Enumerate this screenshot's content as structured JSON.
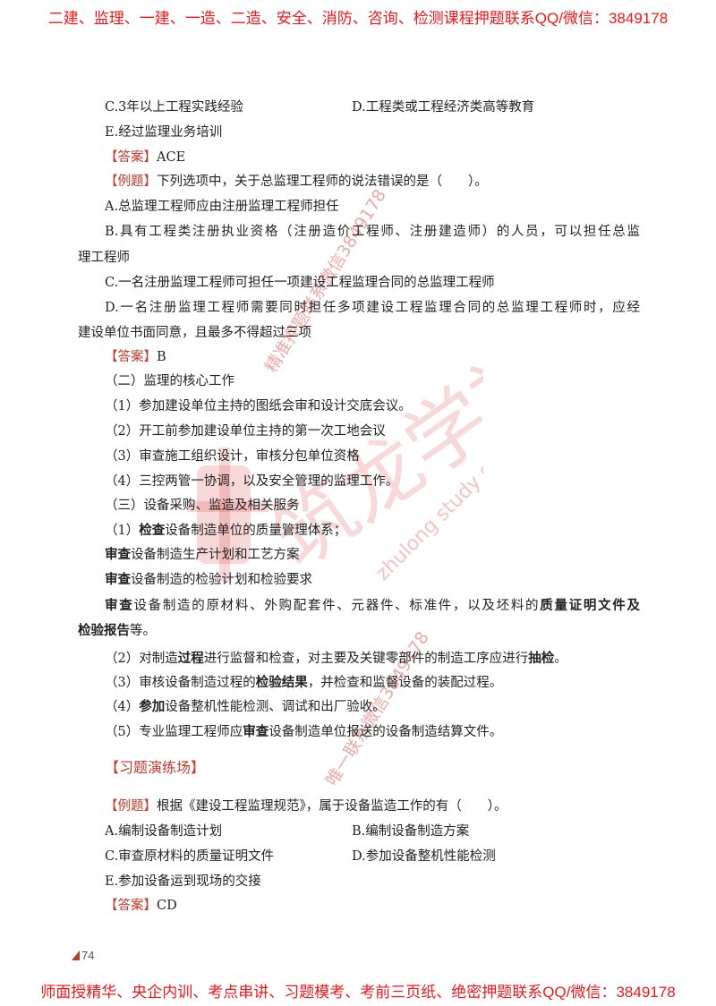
{
  "header_banner": "二建、监理、一建、一造、二造、安全、消防、咨询、检测课程押题联系QQ/微信：3849178",
  "footer_banner": "师面授精华、央企内训、考点串讲、习题模考、考前三页纸、绝密押题联系QQ/微信：3849178",
  "page_number": "74",
  "watermarks": {
    "upper": "精准押题联系微信3849178",
    "lower": "唯一联系微信3849178",
    "logo_text": "筑龙学社",
    "logo_subtext": "zhulong study group"
  },
  "colors": {
    "banner": "#f2161b",
    "tag": "#c0392b",
    "watermark": "#dc3c3c"
  },
  "lines": [
    {
      "options": [
        "C.3年以上工程实践经验",
        "D.工程类或工程经济类高等教育"
      ]
    },
    {
      "segments": [
        {
          "t": "E.经过监理业务培训"
        }
      ]
    },
    {
      "segments": [
        {
          "t": "【答案】",
          "tag": true
        },
        {
          "t": "ACE"
        }
      ]
    },
    {
      "segments": [
        {
          "t": "【例题】",
          "tag": true
        },
        {
          "t": "下列选项中，关于总监理工程师的说法错误的是（　　）。"
        }
      ]
    },
    {
      "segments": [
        {
          "t": "A.总监理工程师应由注册监理工程师担任"
        }
      ]
    },
    {
      "segments": [
        {
          "t": "B.具有工程类注册执业资格（注册造价工程师、注册建造师）的人员，可以担任总监"
        }
      ]
    },
    {
      "segments": [
        {
          "t": "理工程师"
        }
      ]
    },
    {
      "segments": [
        {
          "t": "C.一名注册监理工程师可担任一项建设工程监理合同的总监理工程师"
        }
      ]
    },
    {
      "segments": [
        {
          "t": "D.一名注册监理工程师需要同时担任多项建设工程监理合同的总监理工程师时，应经"
        }
      ]
    },
    {
      "segments": [
        {
          "t": "建设单位书面同意，且最多不得超过三项"
        }
      ]
    },
    {
      "segments": [
        {
          "t": "【答案】",
          "tag": true
        },
        {
          "t": "B"
        }
      ]
    },
    {
      "segments": [
        {
          "t": "（二）监理的核心工作"
        }
      ]
    },
    {
      "segments": [
        {
          "t": "（1）参加建设单位主持的图纸会审和设计交底会议。"
        }
      ]
    },
    {
      "segments": [
        {
          "t": "（2）开工前参加建设单位主持的第一次工地会议"
        }
      ]
    },
    {
      "segments": [
        {
          "t": "（3）审查施工组织设计，审核分包单位资格"
        }
      ]
    },
    {
      "segments": [
        {
          "t": "（4）三控两管一协调，以及安全管理的监理工作。"
        }
      ]
    },
    {
      "segments": [
        {
          "t": "（三）设备采购、监造及相关服务"
        }
      ]
    },
    {
      "segments": [
        {
          "t": "（1）"
        },
        {
          "t": "检查",
          "bold": true
        },
        {
          "t": "设备制造单位的质量管理体系；"
        }
      ]
    },
    {
      "segments": [
        {
          "t": "审查",
          "bold": true
        },
        {
          "t": "设备制造生产计划和工艺方案"
        }
      ]
    },
    {
      "segments": [
        {
          "t": "审查",
          "bold": true
        },
        {
          "t": "设备制造的检验计划和检验要求"
        }
      ]
    },
    {
      "segments": [
        {
          "t": "审查",
          "bold": true
        },
        {
          "t": "设备制造的原材料、外购配套件、元器件、标准件，以及坯料的"
        },
        {
          "t": "质量证明文件及",
          "bold": true
        }
      ]
    },
    {
      "segments": [
        {
          "t": "检验报告",
          "bold": true
        },
        {
          "t": "等。"
        }
      ]
    },
    {
      "segments": [
        {
          "t": "（2）对制造"
        },
        {
          "t": "过程",
          "bold": true
        },
        {
          "t": "进行监督和检查，对主要及关键零部件的制造工序应进行"
        },
        {
          "t": "抽检",
          "bold": true
        },
        {
          "t": "。"
        }
      ]
    },
    {
      "segments": [
        {
          "t": "（3）审核设备制造过程的"
        },
        {
          "t": "检验结果",
          "bold": true
        },
        {
          "t": "，并检查和监督设备的装配过程。"
        }
      ]
    },
    {
      "segments": [
        {
          "t": "（4）"
        },
        {
          "t": "参加",
          "bold": true
        },
        {
          "t": "设备整机性能检测、调试和出厂验收。"
        }
      ]
    },
    {
      "segments": [
        {
          "t": "（5）专业监理工程师应"
        },
        {
          "t": "审查",
          "bold": true
        },
        {
          "t": "设备制造单位报送的设备制造结算文件。"
        }
      ]
    },
    {
      "segments": [
        {
          "t": "【习题演练场】",
          "heading": true
        }
      ]
    },
    {
      "segments": [
        {
          "t": "【例题】",
          "tag": true
        },
        {
          "t": "根据《建设工程监理规范》，属于设备监造工作的有（　　）。"
        }
      ]
    },
    {
      "options": [
        "A.编制设备制造计划",
        "B.编制设备制造方案"
      ]
    },
    {
      "options": [
        "C.审查原材料的质量证明文件",
        "D.参加设备整机性能检测"
      ]
    },
    {
      "segments": [
        {
          "t": "E.参加设备运到现场的交接"
        }
      ]
    },
    {
      "segments": [
        {
          "t": "【答案】",
          "tag": true
        },
        {
          "t": "CD"
        }
      ]
    }
  ]
}
